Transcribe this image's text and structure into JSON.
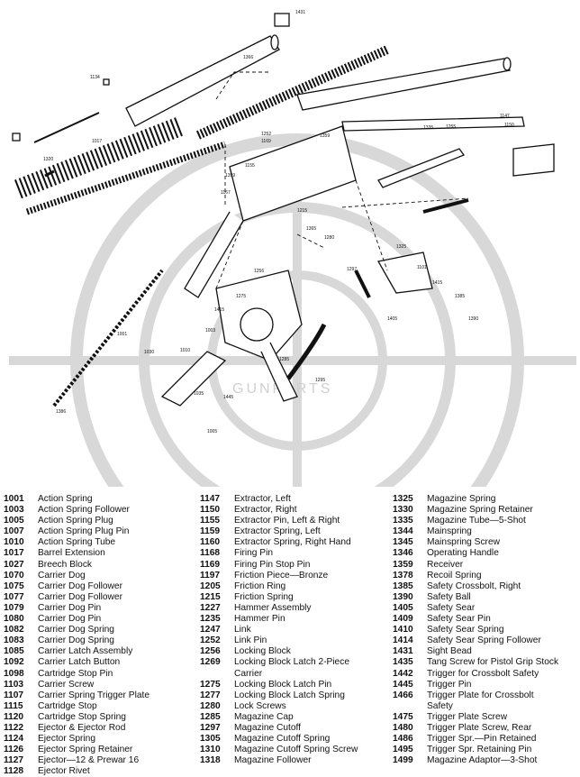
{
  "diagram": {
    "watermark": "GUNPARTS",
    "callouts": [
      "1431",
      "1366",
      "1134",
      "1017",
      "1359",
      "1252",
      "1335",
      "1255",
      "1147",
      "1150",
      "1169",
      "1155",
      "1359",
      "1167",
      "1215",
      "1365",
      "1280",
      "1256",
      "1297",
      "1325",
      "1101",
      "1415",
      "1385",
      "1390",
      "1405",
      "1275",
      "1415",
      "1003",
      "1010",
      "1030",
      "1001",
      "1035",
      "1445",
      "1285",
      "1295",
      "1005",
      "1320",
      "1386"
    ]
  },
  "legend": {
    "columns": [
      [
        {
          "num": "1001",
          "name": "Action Spring"
        },
        {
          "num": "1003",
          "name": "Action Spring Follower"
        },
        {
          "num": "1005",
          "name": "Action Spring Plug"
        },
        {
          "num": "1007",
          "name": "Action Spring Plug Pin"
        },
        {
          "num": "1010",
          "name": "Action Spring Tube"
        },
        {
          "num": "1017",
          "name": "Barrel Extension"
        },
        {
          "num": "1027",
          "name": "Breech Block"
        },
        {
          "num": "1070",
          "name": "Carrier Dog"
        },
        {
          "num": "1075",
          "name": "Carrier Dog Follower"
        },
        {
          "num": "1077",
          "name": "Carrier Dog Follower"
        },
        {
          "num": "1079",
          "name": "Carrier Dog Pin"
        },
        {
          "num": "1080",
          "name": "Carrier Dog Pin"
        },
        {
          "num": "1082",
          "name": "Carrier Dog Spring"
        },
        {
          "num": "1083",
          "name": "Carrier Dog Spring"
        },
        {
          "num": "1085",
          "name": "Carrier Latch Assembly"
        },
        {
          "num": "1092",
          "name": "Carrier Latch Button"
        },
        {
          "num": "1098",
          "name": "Cartridge Stop Pin"
        },
        {
          "num": "1103",
          "name": "Carrier Screw"
        },
        {
          "num": "1107",
          "name": "Carrier Spring Trigger Plate"
        },
        {
          "num": "1115",
          "name": "Cartridge Stop"
        },
        {
          "num": "1120",
          "name": "Cartridge Stop Spring"
        },
        {
          "num": "1122",
          "name": "Ejector & Ejector Rod"
        },
        {
          "num": "1124",
          "name": "Ejector Spring"
        },
        {
          "num": "1126",
          "name": "Ejector Spring Retainer"
        },
        {
          "num": "1127",
          "name": "Ejector—12 & Prewar 16"
        },
        {
          "num": "1128",
          "name": "Ejector Rivet"
        }
      ],
      [
        {
          "num": "1147",
          "name": "Extractor, Left"
        },
        {
          "num": "1150",
          "name": "Extractor, Right"
        },
        {
          "num": "1155",
          "name": "Extractor Pin, Left & Right"
        },
        {
          "num": "1159",
          "name": "Extractor Spring, Left"
        },
        {
          "num": "1160",
          "name": "Extractor Spring, Right Hand"
        },
        {
          "num": "1168",
          "name": "Firing Pin"
        },
        {
          "num": "1169",
          "name": "Firing Pin Stop Pin"
        },
        {
          "num": "1197",
          "name": "Friction Piece—Bronze"
        },
        {
          "num": "1205",
          "name": "Friction Ring"
        },
        {
          "num": "1215",
          "name": "Friction Spring"
        },
        {
          "num": "1227",
          "name": "Hammer Assembly"
        },
        {
          "num": "1235",
          "name": "Hammer Pin"
        },
        {
          "num": "1247",
          "name": "Link"
        },
        {
          "num": "1252",
          "name": "Link Pin"
        },
        {
          "num": "1256",
          "name": "Locking Block"
        },
        {
          "num": "1269",
          "name": "Locking Block Latch 2-Piece"
        },
        {
          "num": "",
          "name": "Carrier",
          "indent": true
        },
        {
          "num": "1275",
          "name": "Locking Block Latch Pin"
        },
        {
          "num": "1277",
          "name": "Locking Block Latch Spring"
        },
        {
          "num": "1280",
          "name": "Lock Screws"
        },
        {
          "num": "1285",
          "name": "Magazine Cap"
        },
        {
          "num": "1297",
          "name": "Magazine Cutoff"
        },
        {
          "num": "1305",
          "name": "Magazine Cutoff Spring"
        },
        {
          "num": "1310",
          "name": "Magazine Cutoff Spring Screw"
        },
        {
          "num": "1318",
          "name": "Magazine Follower"
        }
      ],
      [
        {
          "num": "1325",
          "name": "Magazine Spring"
        },
        {
          "num": "1330",
          "name": "Magazine Spring Retainer"
        },
        {
          "num": "1335",
          "name": "Magazine Tube—5-Shot"
        },
        {
          "num": "1344",
          "name": "Mainspring"
        },
        {
          "num": "1345",
          "name": "Mainspring Screw"
        },
        {
          "num": "1346",
          "name": "Operating Handle"
        },
        {
          "num": "1359",
          "name": "Receiver"
        },
        {
          "num": "1378",
          "name": "Recoil Spring"
        },
        {
          "num": "1385",
          "name": "Safety Crossbolt, Right"
        },
        {
          "num": "1390",
          "name": "Safety Ball"
        },
        {
          "num": "1405",
          "name": "Safety Sear"
        },
        {
          "num": "1409",
          "name": "Safety Sear Pin"
        },
        {
          "num": "1410",
          "name": "Safety Sear Spring"
        },
        {
          "num": "1414",
          "name": "Safety Sear Spring Follower"
        },
        {
          "num": "1431",
          "name": "Sight Bead"
        },
        {
          "num": "1435",
          "name": "Tang Screw for Pistol Grip Stock"
        },
        {
          "num": "1442",
          "name": "Trigger for Crossbolt Safety"
        },
        {
          "num": "1445",
          "name": "Trigger Pin"
        },
        {
          "num": "1466",
          "name": "Trigger Plate for Crossbolt"
        },
        {
          "num": "",
          "name": "Safety",
          "indent": true
        },
        {
          "num": "1475",
          "name": "Trigger Plate Screw"
        },
        {
          "num": "1480",
          "name": "Trigger Plate Screw, Rear"
        },
        {
          "num": "1486",
          "name": "Trigger Spr.—Pin Retained"
        },
        {
          "num": "1495",
          "name": "Trigger Spr. Retaining Pin"
        },
        {
          "num": "1499",
          "name": "Magazine Adaptor—3-Shot"
        }
      ]
    ]
  }
}
